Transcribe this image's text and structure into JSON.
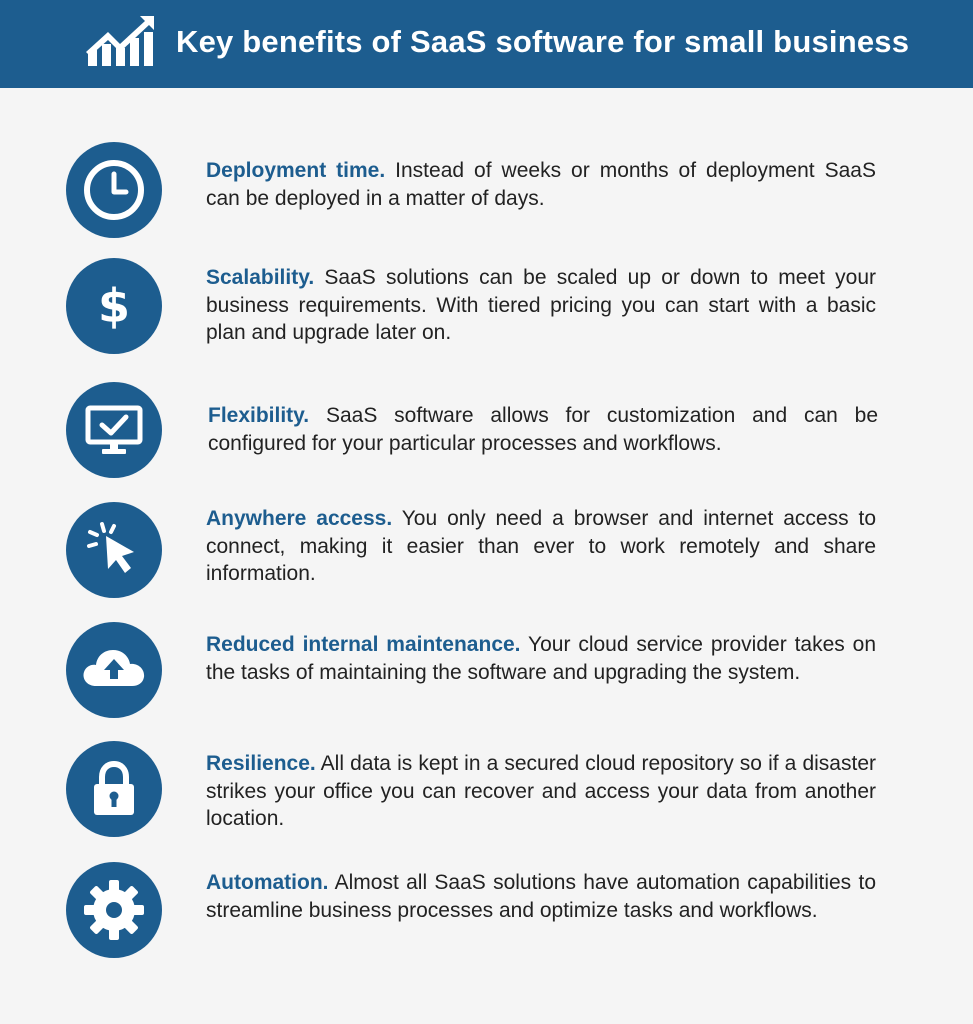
{
  "header": {
    "title": "Key benefits of SaaS software for small business",
    "logo_icon": "growth-chart-icon"
  },
  "colors": {
    "brand": "#1d5d8f",
    "background": "#f5f5f5",
    "text": "#222222",
    "header_text": "#ffffff"
  },
  "benefits": [
    {
      "icon": "clock-icon",
      "title": "Deployment time.",
      "body": " Instead of weeks or months of deployment SaaS can be deployed in a matter of days."
    },
    {
      "icon": "dollar-icon",
      "title": "Scalability.",
      "body": " SaaS solutions can be scaled up or down to meet your business requirements. With tiered pricing you can start with a basic plan and upgrade later on."
    },
    {
      "icon": "monitor-check-icon",
      "title": "Flexibility.",
      "body": " SaaS software allows for customization and can be configured for your particular processes and workflows."
    },
    {
      "icon": "cursor-click-icon",
      "title": "Anywhere access.",
      "body": " You only need a browser and internet access to connect, making it easier than ever to work remotely and share information."
    },
    {
      "icon": "cloud-upload-icon",
      "title": "Reduced internal maintenance.",
      "body": " Your cloud service provider takes on the tasks of maintaining the software and upgrading the system."
    },
    {
      "icon": "padlock-icon",
      "title": "Resilience.",
      "body": " All data is kept in a secured cloud repository so if a disaster strikes your office you can recover and access your data from another location."
    },
    {
      "icon": "gear-icon",
      "title": "Automation.",
      "body": " Almost all SaaS solutions have automation capabilities to streamline business processes and optimize tasks and workflows."
    }
  ]
}
